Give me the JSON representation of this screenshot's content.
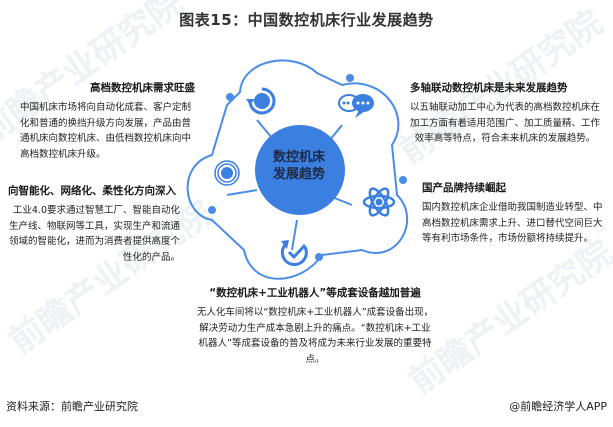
{
  "title": "图表15：中国数控机床行业发展趋势",
  "hub": {
    "line1": "数控机床",
    "line2": "发展趋势",
    "color": "#3b7fe0"
  },
  "colors": {
    "accent": "#3b7fe0",
    "petal_stroke": "#4a8ce8",
    "text": "#222222"
  },
  "trends": [
    {
      "heading": "高档数控机床需求旺盛",
      "body": "中国机床市场将向自动化成套、客户定制化和普通的换挡升级方向发展，产品由普通机床向数控机床、由低档数控机床向中高档数控机床升级。",
      "icon": "refresh-circle-icon"
    },
    {
      "heading": "多轴联动数控机床是未来发展趋势",
      "body": "以五轴联动加工中心为代表的高档数控机床在加工方面有着适用范围广、加工质量精、工作效率高等特点，符合未来机床的发展趋势。",
      "icon": "chat-bubbles-icon"
    },
    {
      "heading": "国产品牌持续崛起",
      "body": "国内数控机床企业借助我国制造业转型、中高档数控机床需求上升、进口替代空间巨大等有利市场条件，市场份额将持续提升。",
      "icon": "atom-icon"
    },
    {
      "heading": "“数控机床+工业机器人”等成套设备越加普遍",
      "body": "无人化车间将以“数控机床+工业机器人”成套设备出现，解决劳动力生产成本急剧上升的痛点。“数控机床+工业机器人”等成套设备的普及将成为未来行业发展的重要特点。",
      "icon": "check-cycle-icon"
    },
    {
      "heading": "向智能化、网络化、柔性化方向深入",
      "body": "工业4.0要求通过智慧工厂、智能自动化生产线、物联网等工具，实现生产和流通领域的智能化，进而为消费者提供高度个性化的产品。",
      "icon": "target-icon"
    }
  ],
  "footer": {
    "source": "资料来源：前瞻产业研究院",
    "credit": "@前瞻经济学人APP"
  },
  "watermark": "前瞻产业研究院"
}
